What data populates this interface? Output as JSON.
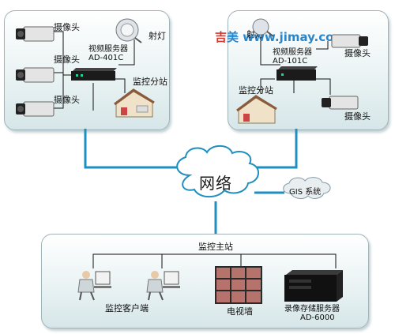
{
  "brand": {
    "cn_part1": "吉",
    "cn_part2": "美",
    "url": "www.jimay.com"
  },
  "site_left": {
    "camera_labels": [
      "摄像头",
      "摄像头",
      "摄像头"
    ],
    "spotlight": "射灯",
    "server_line1": "视频服务器",
    "server_line2": "AD-401C",
    "substation": "监控分站"
  },
  "site_right": {
    "spotlight": "射灯",
    "server_line1": "视频服务器",
    "server_line2": "AD-101C",
    "substation": "监控分站",
    "camera_labels": [
      "摄像头",
      "摄像头"
    ]
  },
  "network": {
    "label": "网络",
    "gis": "GIS 系统"
  },
  "main_station": {
    "title": "监控主站",
    "client": "监控客户端",
    "tv_wall": "电视墙",
    "storage_line1": "录像存储服务器",
    "storage_line2": "AD-6000"
  },
  "colors": {
    "link": "#1f8fc0",
    "panel_border": "#9fb3b8"
  }
}
